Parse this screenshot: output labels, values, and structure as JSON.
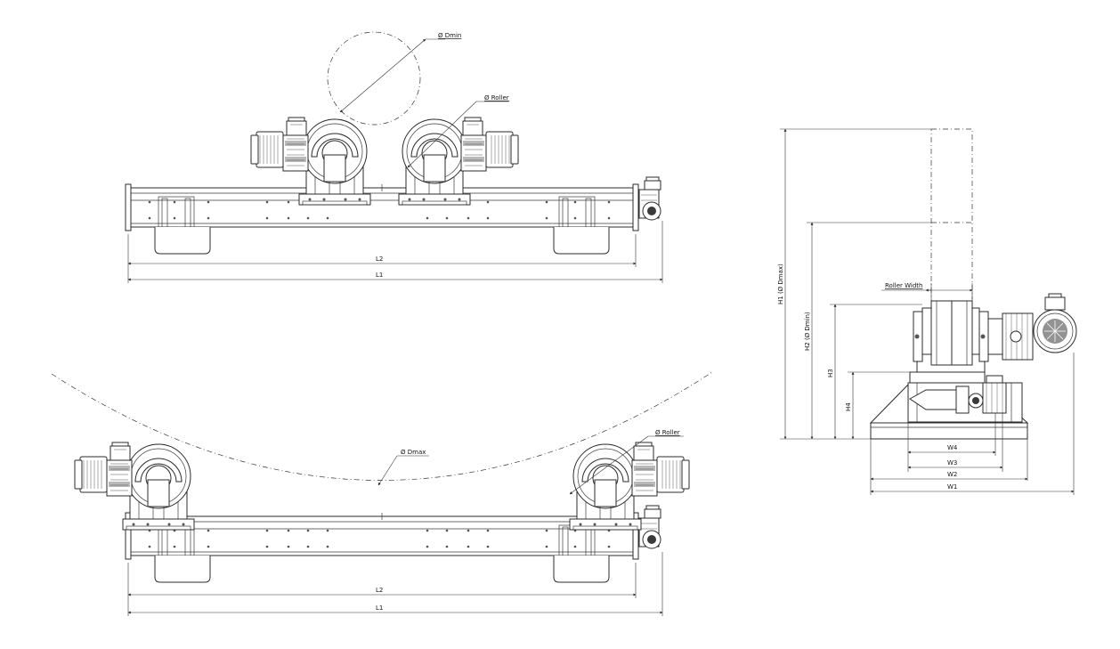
{
  "labels": {
    "d_min": "Ø Dmin",
    "d_max": "Ø Dmax",
    "roller_top": "Ø Roller",
    "roller_bottom": "Ø Roller",
    "l2_top": "L2",
    "l1_top": "L1",
    "l2_bottom": "L2",
    "l1_bottom": "L1",
    "roller_width": "Roller Width",
    "h1": "H1 (Ø Dmax)",
    "h2": "H2 (Ø Dmin)",
    "h3": "H3",
    "h4": "H4",
    "w4": "W4",
    "w3": "W3",
    "w2": "W2",
    "w1": "W1"
  }
}
